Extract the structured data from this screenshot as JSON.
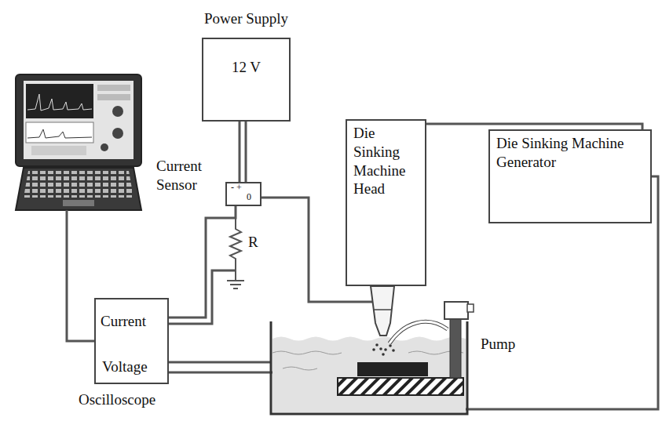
{
  "diagram": {
    "nodes": [
      {
        "text": [
          "Power Supply",
          "12 V"
        ]
      },
      {
        "text": [
          "Current Sensor",
          "- +",
          "0"
        ]
      },
      {
        "text": [
          "Die Sinking Machine Head"
        ]
      },
      {
        "text": [
          "Die Sinking Machine Generator"
        ]
      },
      {
        "text": [
          "Current",
          "Voltage",
          "Oscilloscope"
        ]
      }
    ],
    "edges": [
      {
        "from": 0,
        "to": 1,
        "arrow": "none"
      },
      {
        "from": 1,
        "to": 4,
        "arrow": "none"
      },
      {
        "from": 2,
        "to": 3,
        "arrow": "none"
      }
    ],
    "labels": [
      "R",
      "Pump"
    ]
  }
}
